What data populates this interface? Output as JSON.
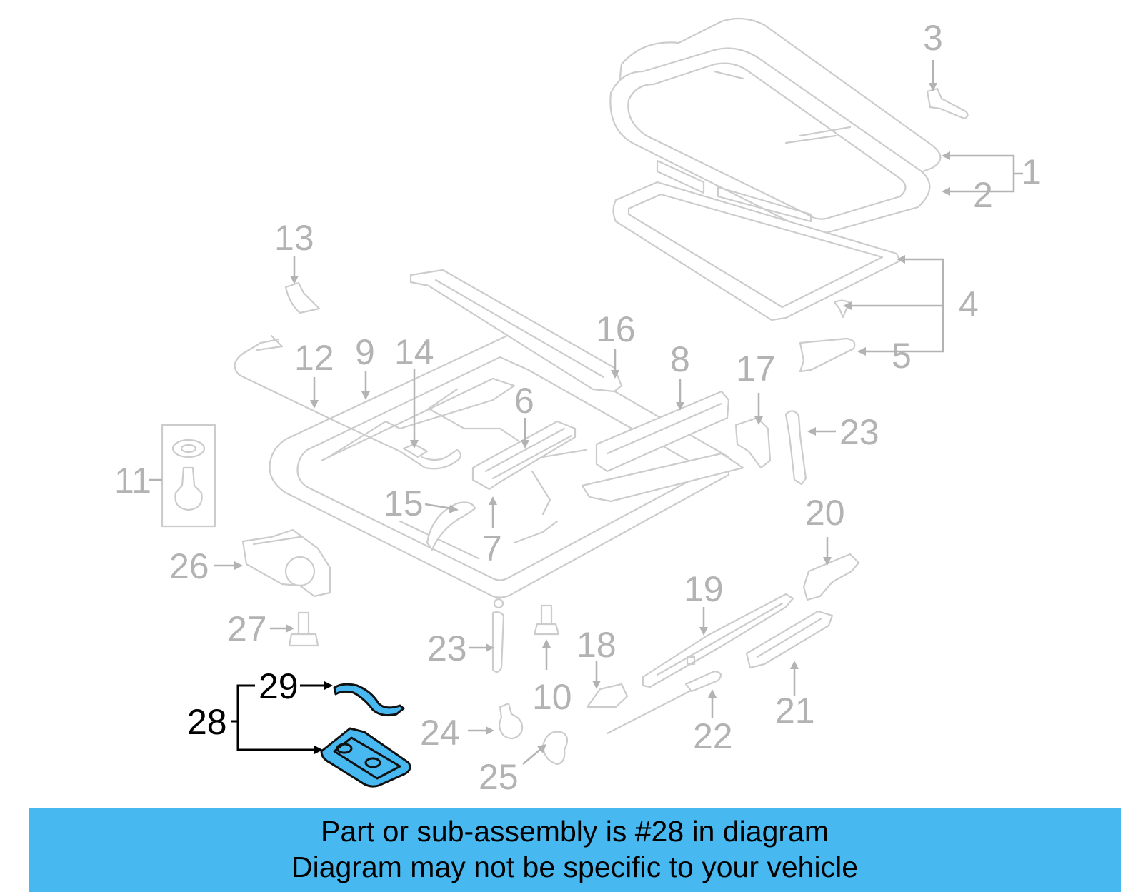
{
  "diagram": {
    "callouts": {
      "c1": "1",
      "c2": "2",
      "c3": "3",
      "c4": "4",
      "c5": "5",
      "c6": "6",
      "c7": "7",
      "c8": "8",
      "c9": "9",
      "c10": "10",
      "c11": "11",
      "c12": "12",
      "c13": "13",
      "c14": "14",
      "c15": "15",
      "c16": "16",
      "c17": "17",
      "c18": "18",
      "c19": "19",
      "c20": "20",
      "c21": "21",
      "c22": "22",
      "c23a": "23",
      "c23b": "23",
      "c24": "24",
      "c25": "25",
      "c26": "26",
      "c27": "27",
      "c28": "28",
      "c29": "29"
    },
    "highlighted_part": "28",
    "highlight_color": "#48b9f0",
    "part_line_color": "#cccccc",
    "callout_color": "#b3b3b3"
  },
  "banner": {
    "line1": "Part or sub-assembly is #28 in diagram",
    "line2": "Diagram may not be specific to your vehicle",
    "background": "#48b9f0"
  }
}
